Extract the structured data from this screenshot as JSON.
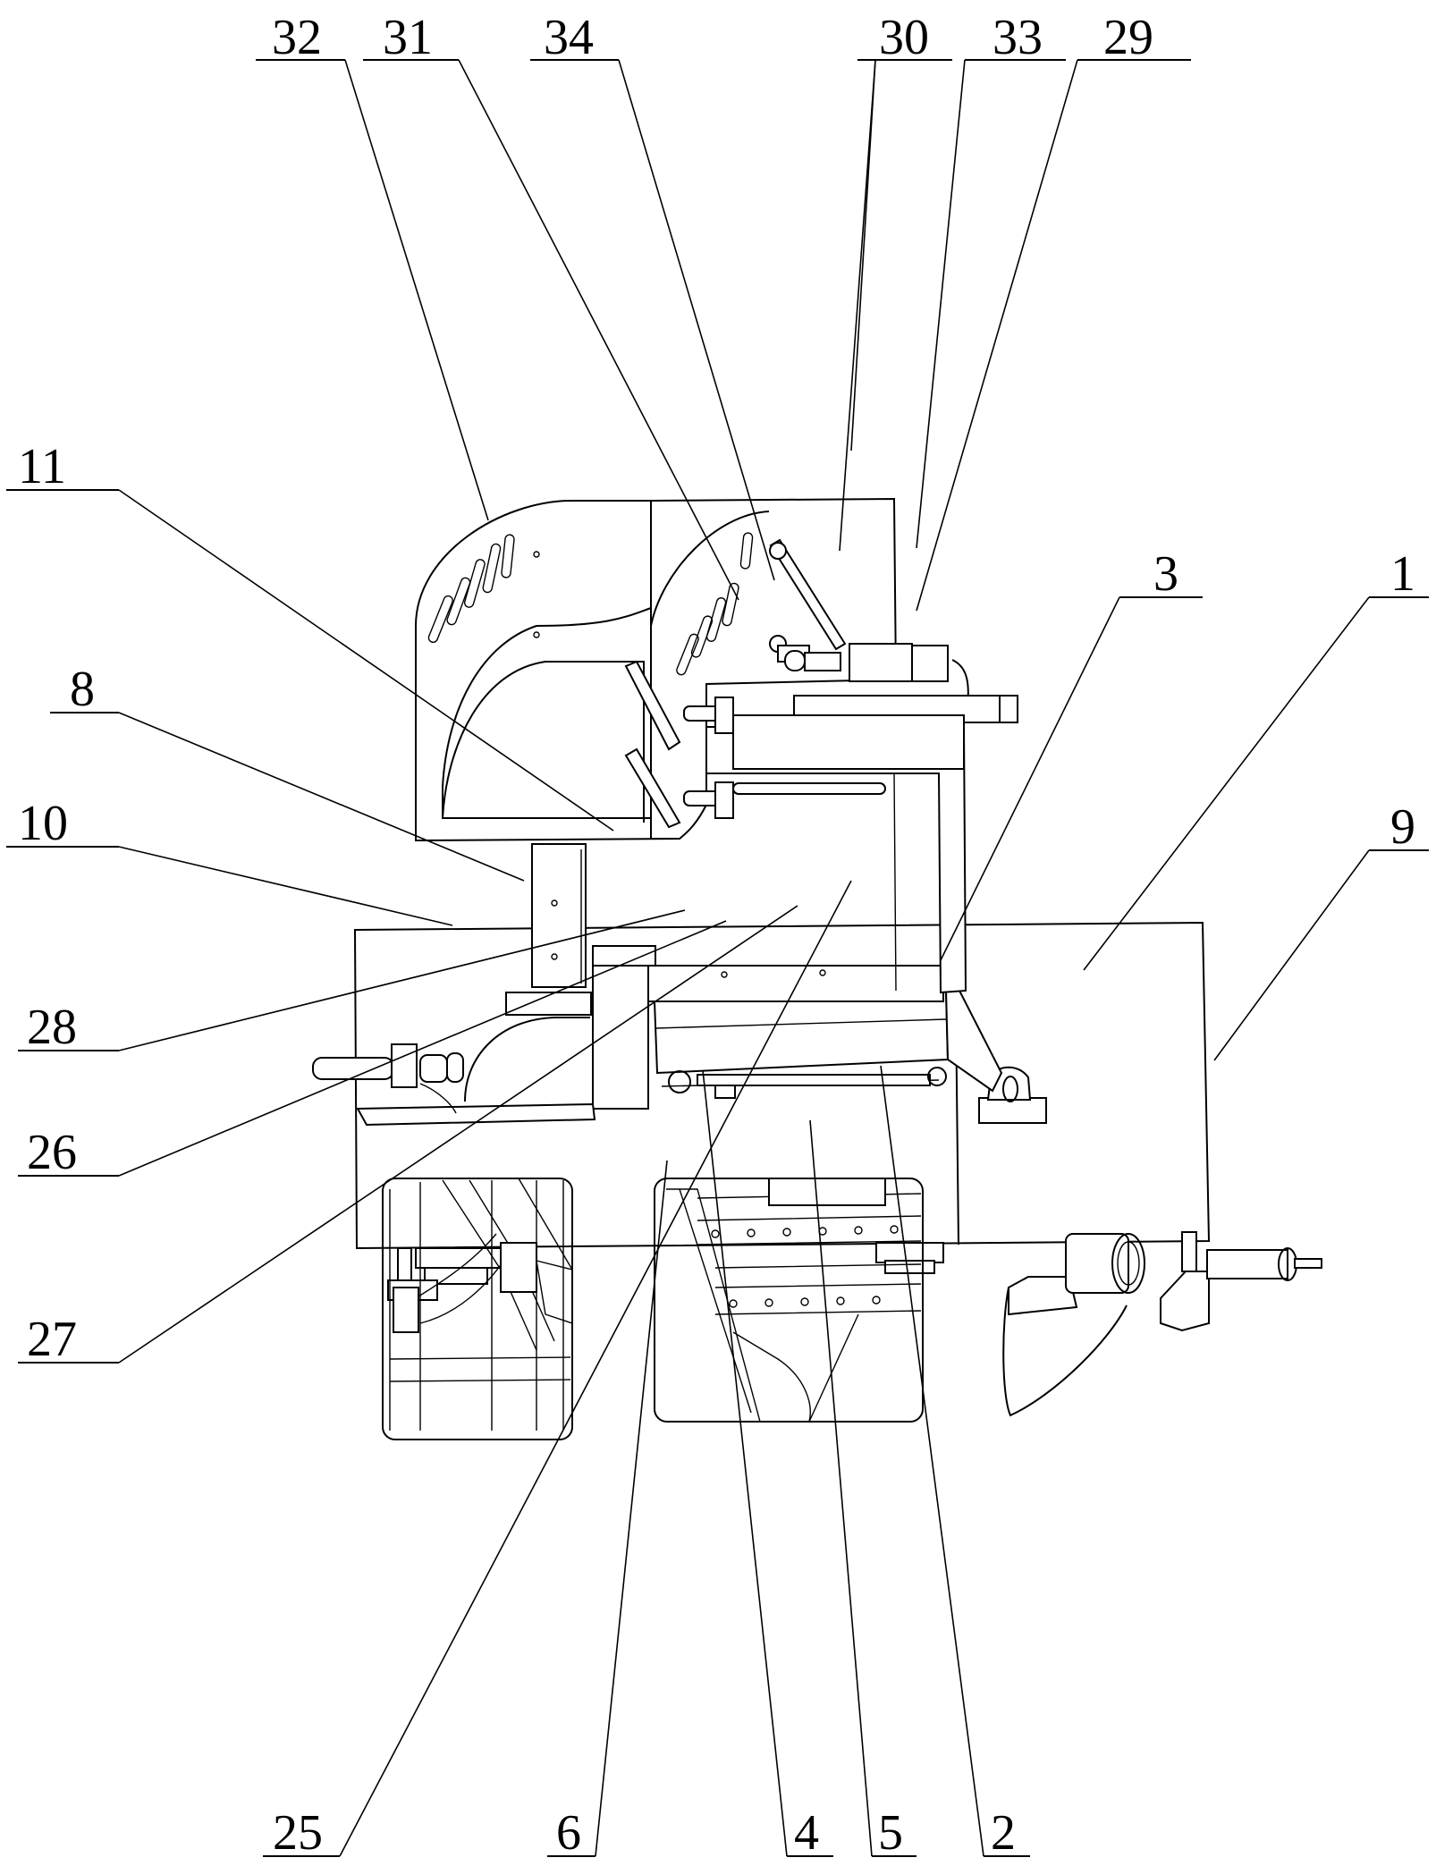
{
  "figure": {
    "kind": "mechanical-assembly-line-drawing",
    "line_color": "#000000",
    "background": "#ffffff"
  },
  "labels": {
    "l32": "32",
    "l31": "31",
    "l34": "34",
    "l30": "30",
    "l33": "33",
    "l29": "29",
    "l11": "11",
    "l8": "8",
    "l10": "10",
    "l28": "28",
    "l26": "26",
    "l27": "27",
    "l25": "25",
    "l6": "6",
    "l4": "4",
    "l5": "5",
    "l2": "2",
    "l3": "3",
    "l1": "1",
    "l9": "9"
  }
}
